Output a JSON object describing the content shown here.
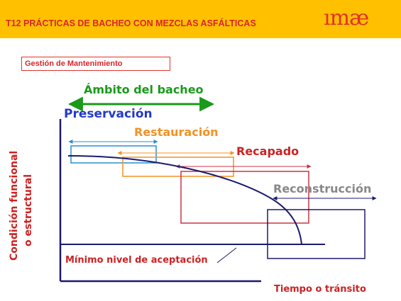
{
  "header": {
    "title": "T12 PRÁCTICAS DE BACHEO CON MEZCLAS ASFÁLTICAS",
    "logo": "ımæ",
    "background": "#ffc000"
  },
  "section": {
    "label": "Gestión de Mantenimiento"
  },
  "diagram": {
    "scope_label": "Ámbito del bacheo",
    "stages": [
      {
        "label": "Preservación",
        "color": "#2438c8"
      },
      {
        "label": "Restauración",
        "color": "#f39224"
      },
      {
        "label": "Recapado",
        "color": "#cc2222"
      },
      {
        "label": "Reconstrucción",
        "color": "#888888"
      }
    ],
    "y_axis_label_1": "Condición funcional",
    "y_axis_label_2": "o estructural",
    "x_axis_label": "Tiempo o tránsito",
    "threshold_label": "Mínimo nivel de aceptación"
  },
  "colors": {
    "accent_red": "#d8252a",
    "scope_green": "#1a9a1a",
    "axis_navy": "#1a1a6e"
  }
}
